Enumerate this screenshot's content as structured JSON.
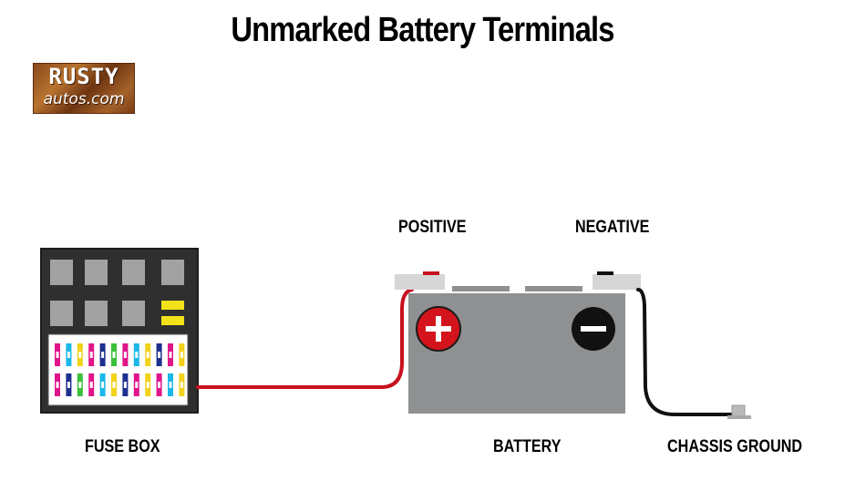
{
  "title": "Unmarked Battery Terminals",
  "logo": {
    "line1": "RUSTY",
    "line2": "autos.com"
  },
  "labels": {
    "positive": "POSITIVE",
    "negative": "NEGATIVE",
    "fuse_box": "FUSE BOX",
    "battery": "BATTERY",
    "chassis_ground": "CHASSIS GROUND"
  },
  "colors": {
    "positive_wire": "#c8101e",
    "negative_wire": "#111111",
    "battery_body": "#8e9091",
    "fuse_box": "#2f2f2f",
    "positive_symbol": "#d3141c",
    "negative_symbol": "#111111"
  }
}
